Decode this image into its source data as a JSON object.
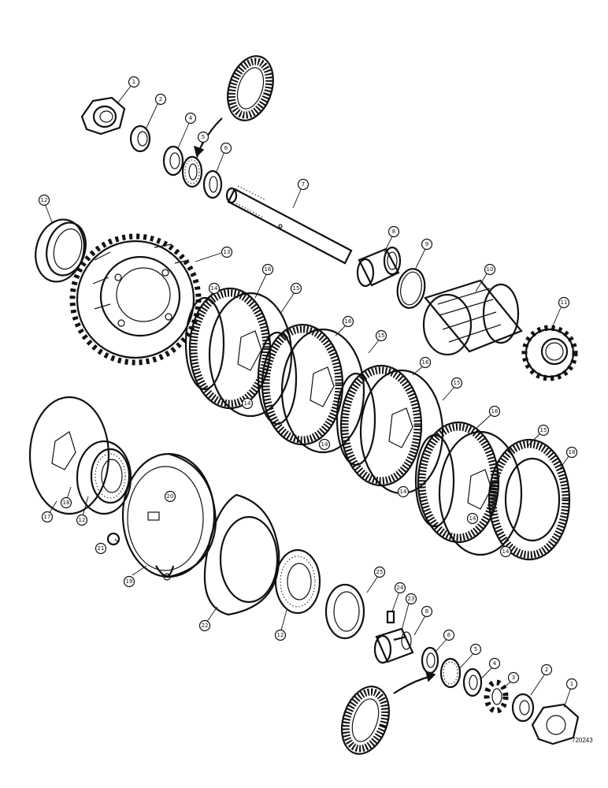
{
  "figure_code": "720243",
  "callouts": {
    "c1a": "1",
    "c2a": "2",
    "c4a": "4",
    "c5a": "5",
    "c6a": "6",
    "c7": "7",
    "c8a": "8",
    "c9": "9",
    "c10": "10",
    "c11": "11",
    "c12a": "12",
    "c13": "13",
    "c14a": "14",
    "c16a": "16",
    "c15a": "15",
    "c16b": "16",
    "c15b": "15",
    "c16c": "16",
    "c15c": "15",
    "c16d": "16",
    "c15d": "15",
    "c18a": "18",
    "c14b": "14",
    "c14c": "14",
    "c14d": "14",
    "c14e": "14",
    "c14f": "14",
    "c17": "17",
    "c18b": "18",
    "c12b": "12",
    "c20": "20",
    "c21": "21",
    "c19": "19",
    "c22": "22",
    "c12c": "12",
    "c25": "25",
    "c24": "24",
    "c23": "23",
    "c8b": "8",
    "c6b": "6",
    "c5b": "5",
    "c4b": "4",
    "c3": "3",
    "c2b": "2",
    "c1b": "1"
  }
}
